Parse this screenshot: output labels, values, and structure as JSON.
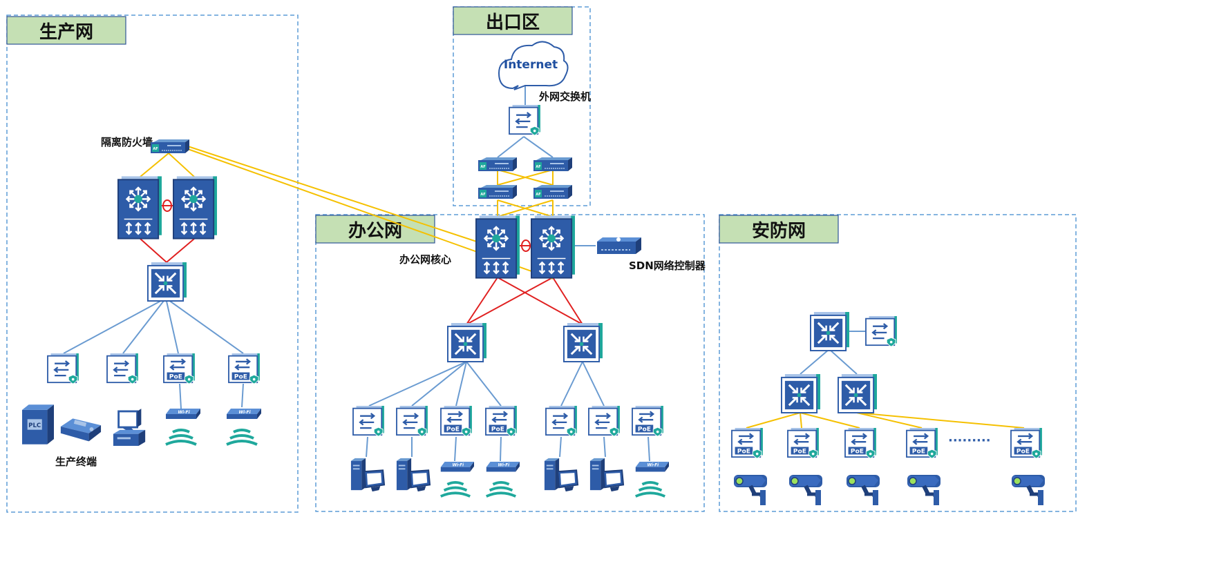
{
  "zones": {
    "production": "生产网",
    "egress": "出口区",
    "office": "办公网",
    "security": "安防网"
  },
  "labels": {
    "internet": "Internet",
    "external_switch": "外网交换机",
    "isolation_firewall": "隔离防火墙",
    "office_core": "办公网核心",
    "sdn_controller": "SDN网络控制器",
    "production_terminals": "生产终端",
    "plc": "PLC",
    "poe": "PoE",
    "wifi": "Wi-Fi",
    "dots": "·········"
  },
  "colors": {
    "zone_border": "#5b9bd5",
    "zone_header": "#c5e0b4",
    "device_blue": "#2e5ca8",
    "device_dark": "#1f3f7a",
    "accent_teal": "#1fa89c",
    "link_blue": "#6a9bd1",
    "link_red": "#e02020",
    "link_yellow": "#f5c000"
  }
}
